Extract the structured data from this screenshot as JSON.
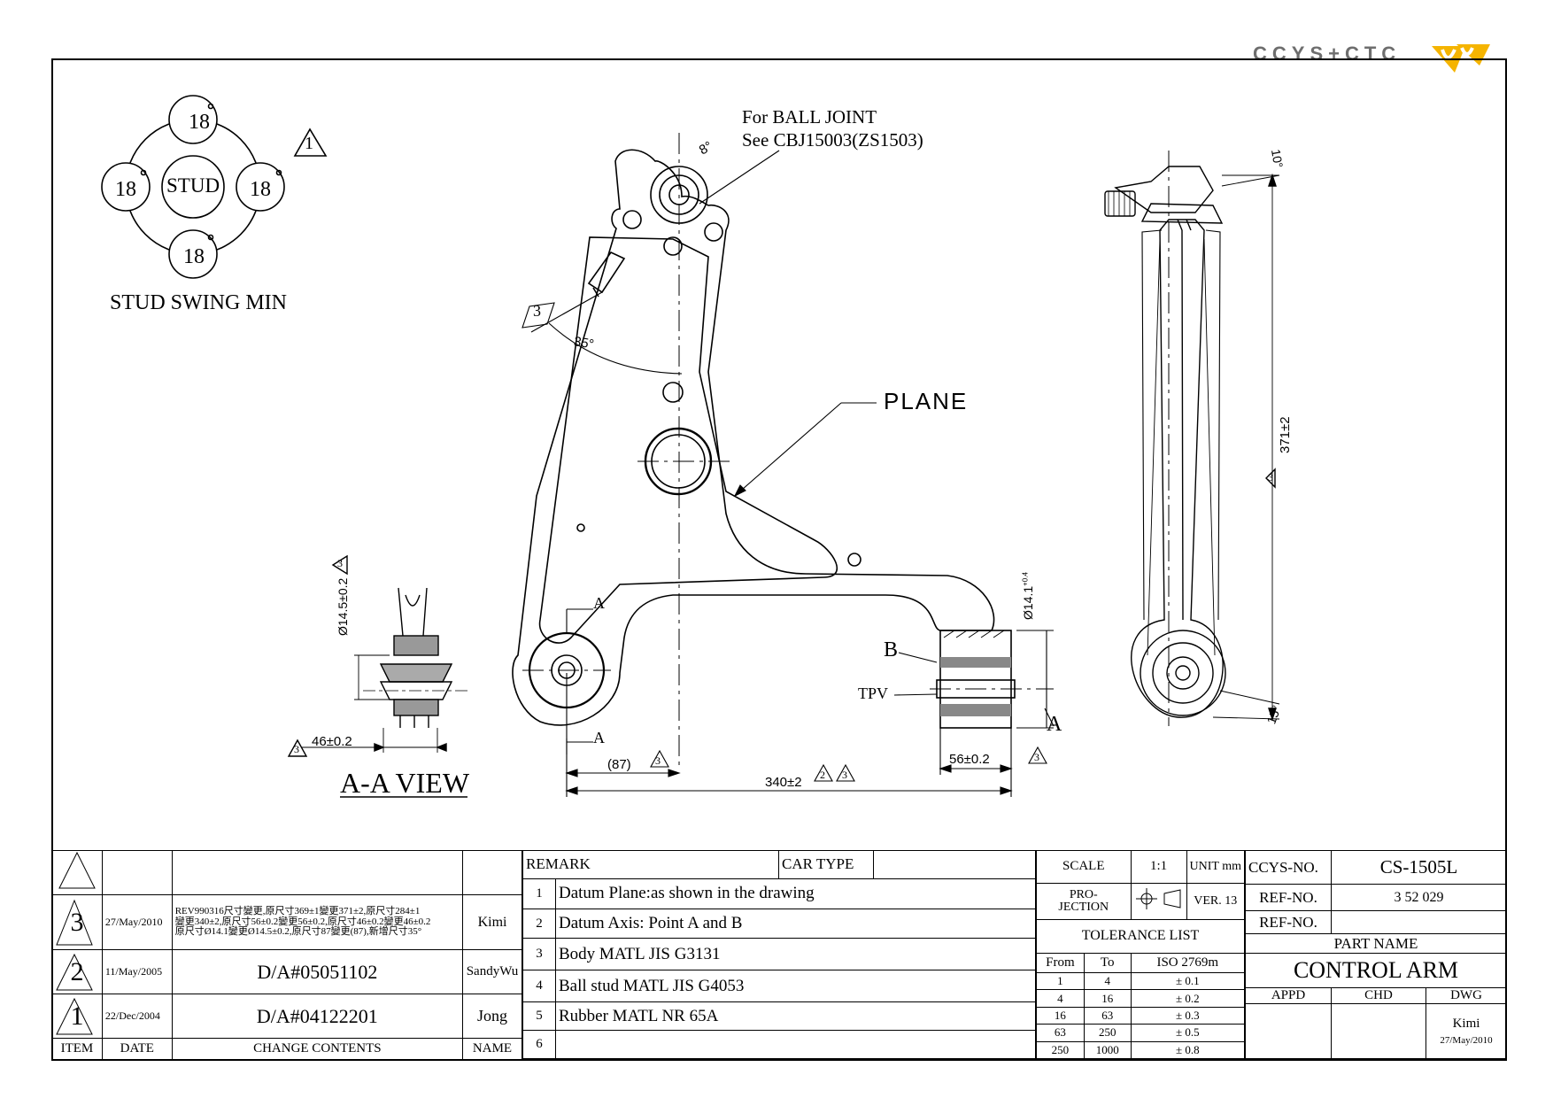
{
  "logo": {
    "text": "CCYS+CTC"
  },
  "stud": {
    "center": "STUD",
    "swing_values": [
      "18",
      "18",
      "18",
      "18"
    ],
    "caption": "STUD SWING MIN",
    "rev_marker": "1"
  },
  "annotations": {
    "ball_joint_line1": "For BALL JOINT",
    "ball_joint_line2": "See CBJ15003(ZS1503)",
    "angle_top": "8°",
    "angle_35": "35°",
    "plane": "PLANE",
    "point_b": "B",
    "tpv": "TPV",
    "point_a": "A",
    "section_a_top": "A",
    "section_a_bottom": "A",
    "dim_87": "(87)",
    "dim_340": "340±2",
    "dim_56": "56±0.2",
    "dim_141": "Ø14.1",
    "dim_141_tol": "+0.4",
    "dim_145": "Ø14.5±0.2",
    "dim_46": "46±0.2",
    "view_title": "A-A VIEW",
    "dim_371": "371±2",
    "angle_10": "10°",
    "angle_15": "15°",
    "rev_3": "3",
    "rev_2": "2"
  },
  "revision_table": {
    "headers": {
      "item": "ITEM",
      "date": "DATE",
      "change": "CHANGE CONTENTS",
      "name": "NAME"
    },
    "rows": [
      {
        "item": "3",
        "date": "27/May/2010",
        "change_lines": [
          "REV990316尺寸變更,原尺寸369±1變更371±2,原尺寸284±1",
          "變更340±2,原尺寸56±0.2變更56±0.2,原尺寸46±0.2變更46±0.2",
          "原尺寸Ø14.1變更Ø14.5±0.2,原尺寸87變更(87),新增尺寸35°"
        ],
        "name": "Kimi"
      },
      {
        "item": "2",
        "date": "11/May/2005",
        "change": "D/A#05051102",
        "name": "SandyWu"
      },
      {
        "item": "1",
        "date": "22/Dec/2004",
        "change": "D/A#04122201",
        "name": "Jong"
      }
    ]
  },
  "remarks": {
    "header": "REMARK",
    "car_type_label": "CAR TYPE",
    "car_type_value": "",
    "items": [
      {
        "no": "1",
        "text": "Datum Plane:as shown in the drawing"
      },
      {
        "no": "2",
        "text": "Datum Axis: Point A and B"
      },
      {
        "no": "3",
        "text": "Body MATL JIS G3131"
      },
      {
        "no": "4",
        "text": "Ball stud MATL JIS G4053"
      },
      {
        "no": "5",
        "text": "Rubber MATL NR 65A"
      },
      {
        "no": "6",
        "text": ""
      }
    ]
  },
  "spec": {
    "scale_label": "SCALE",
    "scale_value": "1:1",
    "unit_label": "UNIT",
    "unit_value": "mm",
    "projection_label_1": "PRO-",
    "projection_label_2": "JECTION",
    "ver_label": "VER.",
    "ver_value": "13",
    "tolerance_title": "TOLERANCE LIST",
    "tolerance_headers": [
      "From",
      "To",
      "ISO 2769m"
    ],
    "tolerance_rows": [
      [
        "1",
        "4",
        "± 0.1"
      ],
      [
        "4",
        "16",
        "± 0.2"
      ],
      [
        "16",
        "63",
        "± 0.3"
      ],
      [
        "63",
        "250",
        "± 0.5"
      ],
      [
        "250",
        "1000",
        "± 0.8"
      ]
    ]
  },
  "titleblock": {
    "ccys_label": "CCYS-NO.",
    "ccys_value": "CS-1505L",
    "ref1_label": "REF-NO.",
    "ref1_value": "3 52 029",
    "ref2_label": "REF-NO.",
    "ref2_value": "",
    "part_name_label": "PART NAME",
    "part_name": "CONTROL ARM",
    "appd": "APPD",
    "chd": "CHD",
    "dwg": "DWG",
    "drawer": "Kimi",
    "drawn_date": "27/May/2010"
  }
}
